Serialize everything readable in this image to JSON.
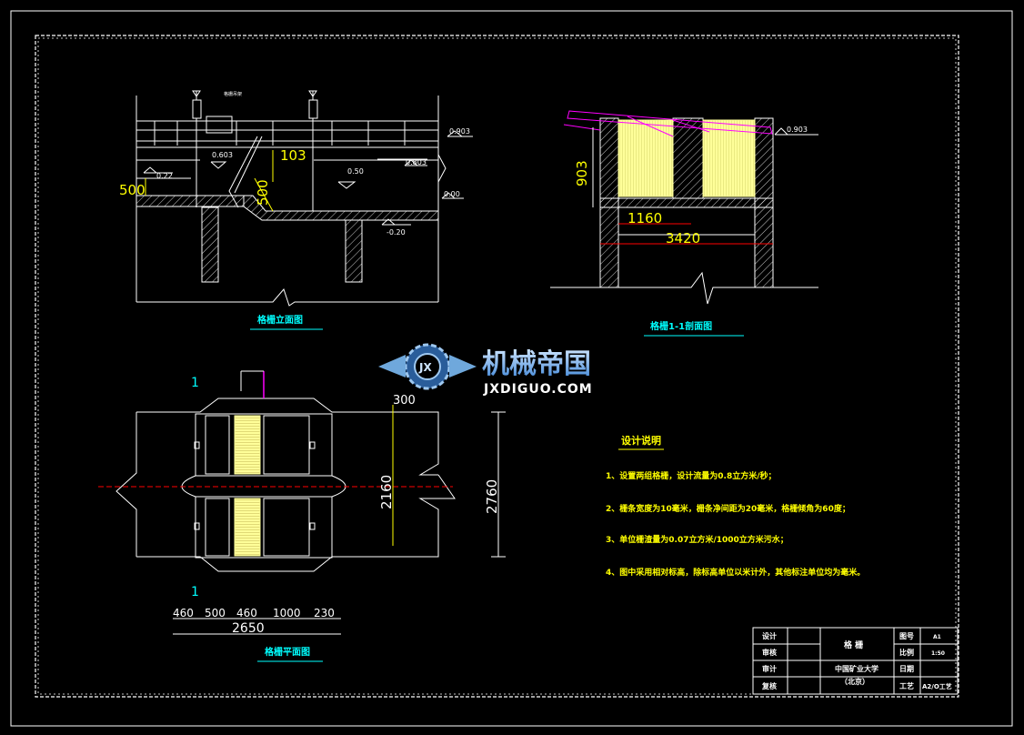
{
  "colors": {
    "background": "#000000",
    "line": "#ffffff",
    "hatch": "#ffffff",
    "dimension": "#ffff00",
    "cyan": "#00ffff",
    "magenta": "#ff00ff",
    "red": "#ff0000",
    "grid_fill": "#ffff99",
    "watermark": "#6fa8dc"
  },
  "elevation_view": {
    "title": "格栅立面图",
    "note": "格栅吊架",
    "elevations": [
      "0.903",
      "0.603",
      "0.803",
      "0.50",
      "0.22",
      "0.00",
      "-0.20"
    ],
    "dims": [
      "103",
      "500",
      "500"
    ]
  },
  "section_view": {
    "title": "格栅1-1剖面图",
    "elevation": "0.903",
    "dims": [
      "903",
      "1160",
      "3420"
    ]
  },
  "plan_view": {
    "title": "格栅平面图",
    "section_marks": [
      "1",
      "1"
    ],
    "dims_vertical": [
      "300",
      "2160",
      "2760"
    ],
    "dims_bottom": [
      "460",
      "500",
      "460",
      "1000",
      "230"
    ],
    "dim_total": "2650"
  },
  "watermark": {
    "logo_text": "JX",
    "name": "机械帝国",
    "url": "JXDIGUO.COM"
  },
  "notes": {
    "heading": "设计说明",
    "items": [
      "1、设置两组格栅，设计流量为0.8立方米/秒；",
      "2、栅条宽度为10毫米，栅条净间距为20毫米，格栅倾角为60度；",
      "3、单位栅渣量为0.07立方米/1000立方米污水；",
      "4、图中采用相对标高，除标高单位以米计外，其他标注单位均为毫米。"
    ]
  },
  "title_block": {
    "labels": [
      "设计",
      "审核",
      "审计",
      "复核"
    ],
    "drawing_name": "格 栅",
    "school": "中国矿业大学",
    "school_sub": "（北京）",
    "fields": [
      {
        "label": "图号",
        "value": "A1"
      },
      {
        "label": "比例",
        "value": "1:50"
      },
      {
        "label": "日期",
        "value": ""
      },
      {
        "label": "工艺",
        "value": "A2/O工艺"
      }
    ]
  }
}
